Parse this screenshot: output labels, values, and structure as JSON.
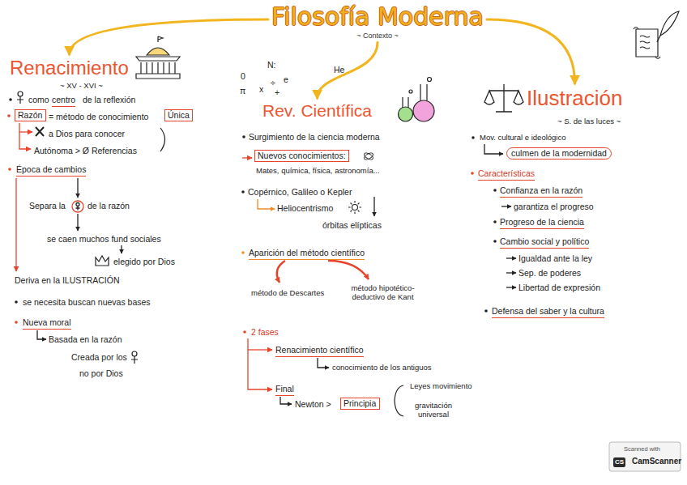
{
  "diagram": {
    "nodes": [
      {
        "text": [
          "Filosofía Moderna",
          "~ Contexto ~"
        ]
      },
      {
        "text": [
          "Renacimiento"
        ]
      },
      {
        "text": [
          "Razón"
        ]
      },
      {
        "text": [
          "Única"
        ]
      },
      {
        "text": [
          "Rev. Científica"
        ]
      },
      {
        "text": [
          "Nuevos conocimientos:"
        ]
      },
      {
        "text": [
          "Principia"
        ]
      },
      {
        "text": [
          "Ilustración"
        ]
      },
      {
        "text": [
          "culmen de la modernidad"
        ]
      }
    ],
    "edges": [
      {
        "from": 0,
        "to": 1,
        "arrow": "to"
      },
      {
        "from": 0,
        "to": 4,
        "arrow": "to"
      },
      {
        "from": 0,
        "to": 7,
        "arrow": "to"
      }
    ],
    "labels": [
      "~ XV - XVI ~",
      "como",
      "centro",
      "de la reflexión",
      "= método de conocimiento",
      "a Dios para conocer",
      "Autónoma > Ø Referencias",
      "Época de cambios",
      "Separa la",
      "de la razón",
      "se caen muchos fund sociales",
      "elegido por Dios",
      "Deriva en la ILUSTRACIÓN",
      "se necesita buscan nuevas bases",
      "Nueva moral",
      "Basada en la razón",
      "Creada por los",
      "no por Dios",
      "0",
      "N:",
      "He",
      "e",
      "π",
      "x",
      "÷",
      "+",
      "Surgimiento de la ciencia moderna",
      "Mates, química, física, astronomía...",
      "Copérnico, Galileo o Kepler",
      "Heliocentrismo",
      "órbitas elípticas",
      "Aparición del método científico",
      "método de Descartes",
      "método hipotético-deductivo de Kant",
      "2 fases",
      "Renacimiento científico",
      "conocimiento de los antiguos",
      "Final",
      "Newton >",
      "Leyes movimiento",
      "gravitación universal",
      "~ S. de las luces ~",
      "Mov. cultural e ideológico",
      "Características",
      "Confianza en la razón",
      "garantiza el progreso",
      "Progreso de la ciencia",
      "Cambio social y político",
      "Igualdad ante la ley",
      "Sep. de poderes",
      "Libertad de expresión",
      "Defensa del saber y la cultura",
      "Scanned with",
      "CS",
      "CamScanner"
    ]
  }
}
